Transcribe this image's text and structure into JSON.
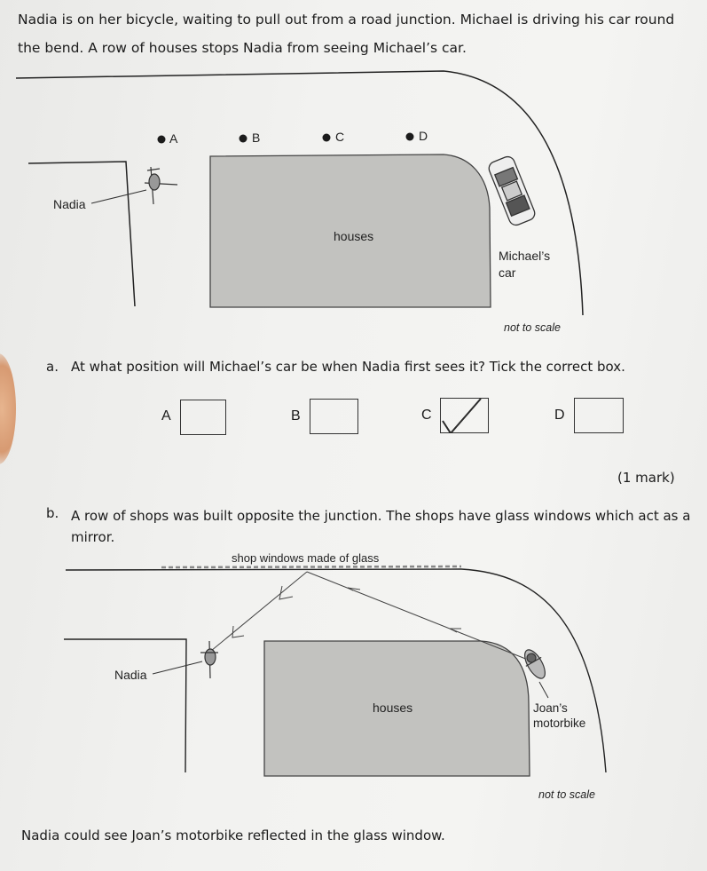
{
  "intro_line1": "Nadia is on her bicycle, waiting to pull out from a road junction. Michael is driving his car round",
  "intro_line2": "the bend. A row of houses stops Nadia from seeing Michael’s car.",
  "diagram1": {
    "positions": [
      "A",
      "B",
      "C",
      "D"
    ],
    "nadia": "Nadia",
    "houses": "houses",
    "car_line1": "Michael’s",
    "car_line2": "car",
    "scale_note": "not to scale"
  },
  "question_a": {
    "number": "a.",
    "text": "At what position will Michael’s car be when Nadia first sees it? Tick the correct box.",
    "options": [
      {
        "label": "A",
        "ticked": false
      },
      {
        "label": "B",
        "ticked": false
      },
      {
        "label": "C",
        "ticked": true
      },
      {
        "label": "D",
        "ticked": false
      }
    ],
    "marks": "(1 mark)"
  },
  "question_b": {
    "number": "b.",
    "text_line1": "A row of shops was built opposite the junction. The shops have glass windows which act as a",
    "text_line2": "mirror."
  },
  "diagram2": {
    "shop_label": "shop windows made of glass",
    "nadia": "Nadia",
    "houses": "houses",
    "bike_line1": "Joan’s",
    "bike_line2": "motorbike",
    "scale_note": "not to scale"
  },
  "closing": "Nadia could see Joan’s motorbike reflected in the glass window."
}
